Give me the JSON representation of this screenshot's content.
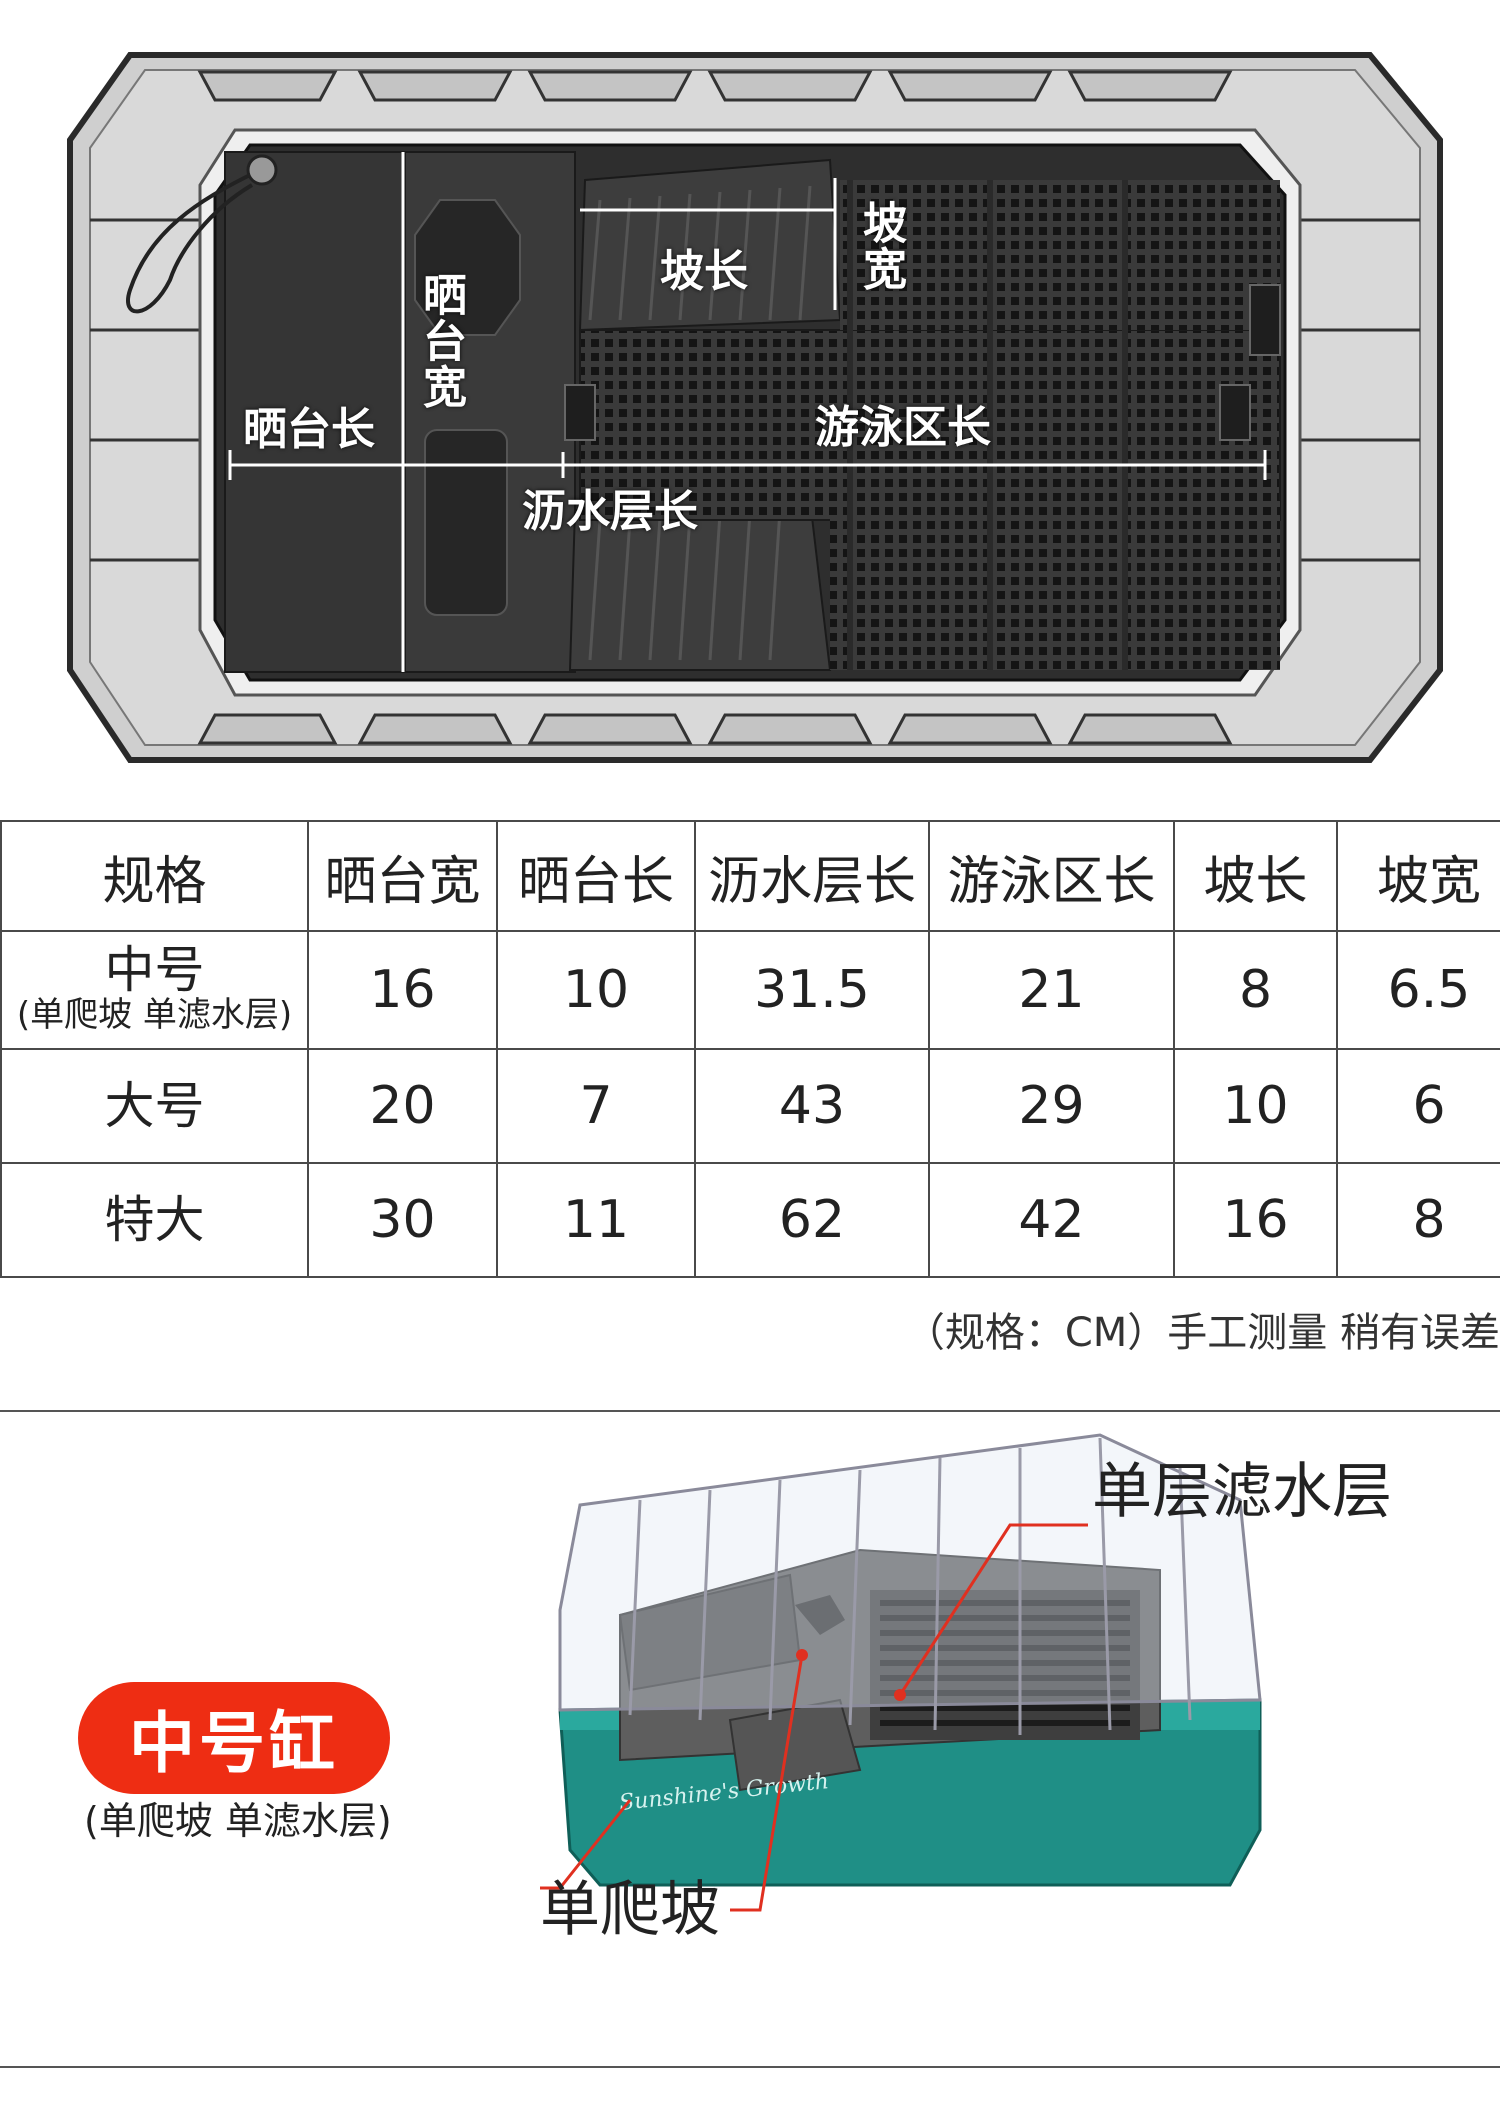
{
  "diagram": {
    "labels": {
      "basking_width": "晒台宽",
      "basking_length": "晒台长",
      "ramp_length": "坡长",
      "ramp_width": "坡宽",
      "drain_length": "沥水层长",
      "swim_length": "游泳区长"
    }
  },
  "table": {
    "headers": [
      "规格",
      "晒台宽",
      "晒台长",
      "沥水层长",
      "游泳区长",
      "坡长",
      "坡宽"
    ],
    "rows": [
      {
        "name": "中号",
        "sub": "(单爬坡 单滤水层)",
        "values": [
          "16",
          "10",
          "31.5",
          "21",
          "8",
          "6.5"
        ]
      },
      {
        "name": "大号",
        "sub": "",
        "values": [
          "20",
          "7",
          "43",
          "29",
          "10",
          "6"
        ]
      },
      {
        "name": "特大",
        "sub": "",
        "values": [
          "30",
          "11",
          "62",
          "42",
          "16",
          "8"
        ]
      }
    ]
  },
  "note": "（规格：CM）手工测量 稍有误差",
  "product": {
    "badge": "中号缸",
    "badge_sub": "(单爬坡 单滤水层)",
    "callout_filter": "单层滤水层",
    "callout_ramp": "单爬坡",
    "brand_text": "Sunshine's Growth",
    "colors": {
      "badge": "#ee2d13",
      "tank_base": "#1f8f86",
      "tray": "#5a5a5a"
    }
  }
}
